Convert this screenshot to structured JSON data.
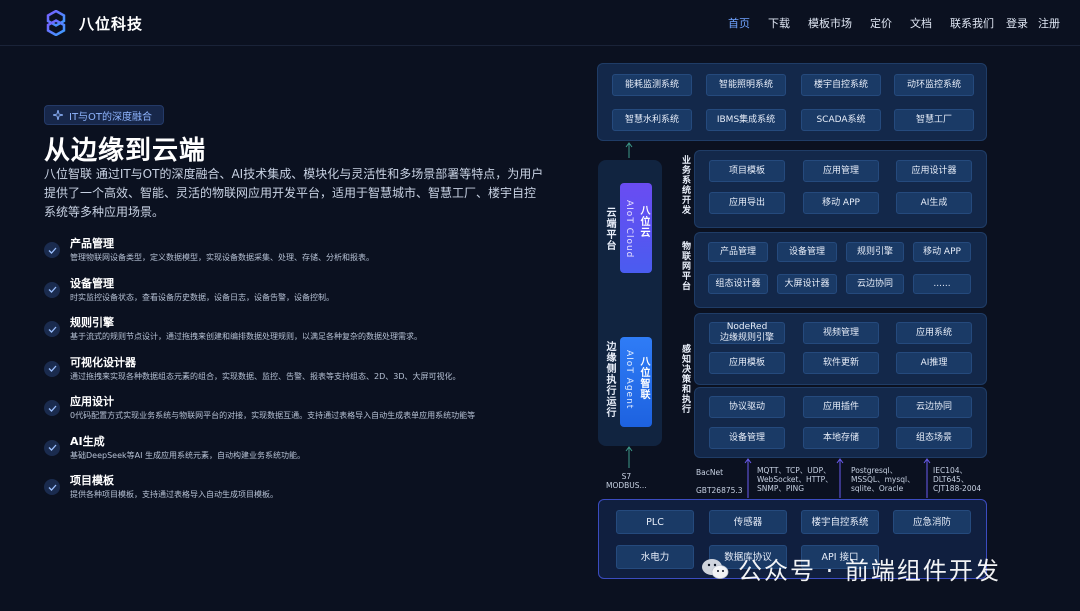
{
  "brand": "八位科技",
  "nav": [
    "首页",
    "下载",
    "模板市场",
    "定价",
    "文档",
    "联系我们",
    "登录",
    "注册"
  ],
  "hero": {
    "tag": "IT与OT的深度融合",
    "title": "从边缘到云端",
    "description": "八位智联 通过IT与OT的深度融合、AI技术集成、模块化与灵活性和多场景部署等特点，为用户提供了一个高效、智能、灵活的物联网应用开发平台，适用于智慧城市、智慧工厂、楼宇自控系统等多种应用场景。"
  },
  "features": [
    {
      "title": "产品管理",
      "desc": "管理物联网设备类型，定义数据模型，实现设备数据采集、处理、存储、分析和报表。"
    },
    {
      "title": "设备管理",
      "desc": "时实监控设备状态，查看设备历史数据，设备日志，设备告警，设备控制。"
    },
    {
      "title": "规则引擎",
      "desc": "基于流式的规则节点设计，通过拖拽来创建和编排数据处理规则，以满足各种复杂的数据处理需求。"
    },
    {
      "title": "可视化设计器",
      "desc": "通过拖拽来实现各种数据组态元素的组合，实现数据、监控、告警、报表等支持组态、2D、3D、大屏可视化。"
    },
    {
      "title": "应用设计",
      "desc": "0代码配置方式实现业务系统与物联网平台的对接，实现数据互通。支持通过表格导入自动生成表单应用系统功能等"
    },
    {
      "title": "AI生成",
      "desc": "基础DeepSeek等AI 生成应用系统元素，自动构建业务系统功能。"
    },
    {
      "title": "项目模板",
      "desc": "提供各种项目模板，支持通过表格导入自动生成项目模板。"
    }
  ],
  "diagram": {
    "top_systems": [
      "能耗监测系统",
      "智能照明系统",
      "楼宇自控系统",
      "动环监控系统",
      "智慧水利系统",
      "IBMS集成系统",
      "SCADA系统",
      "智慧工厂"
    ],
    "cloud_platform_label": "云端平台",
    "cloud_name": "八位云",
    "cloud_sub": "AIoT Cloud",
    "edge_label": "边缘侧执行运行",
    "edge_name": "八位智联",
    "edge_sub": "AIoT Agent",
    "business_label": "业务系统开发",
    "business_items": [
      "项目模板",
      "应用管理",
      "应用设计器",
      "应用导出",
      "移动 APP",
      "AI生成"
    ],
    "iot_label": "物联网平台",
    "iot_items": [
      "产品管理",
      "设备管理",
      "规则引擎",
      "移动 APP",
      "组态设计器",
      "大屏设计器",
      "云边协同",
      "......"
    ],
    "sense_label": "感知决策和执行",
    "sense_items": [
      "NodeRed\n边缘规则引擎",
      "视频管理",
      "应用系统",
      "应用模板",
      "软件更新",
      "AI推理",
      "协议驱动",
      "应用插件",
      "云边协同",
      "设备管理",
      "本地存储",
      "组态场景"
    ],
    "protocols": [
      "S7\nMODBUS...",
      "BacNet\n\nGBT26875.3",
      "MQTT、TCP、UDP、\nWebSocket、HTTP、\nSNMP、PING",
      "Postgresql、\nMSSQL、mysql、\nsqlite、Oracle",
      "IEC104、\nDLT645、\nCJT188-2004"
    ],
    "bottom_items": [
      "PLC",
      "传感器",
      "楼宇自控系统",
      "应急消防",
      "水电力",
      "数据库协议",
      "API 接口"
    ]
  },
  "watermark": "公众号 · 前端组件开发",
  "colors": {
    "background": "#0b1120",
    "accent": "#6fa3ff",
    "panel": "#13284a",
    "box": "#1a3a66",
    "cloud": "#6a4cf2",
    "edge": "#2f7cf6"
  },
  "icons": {
    "logo": "stacked-hexagon-logo",
    "tag": "sparkle-icon",
    "check": "check-icon",
    "watermark": "wechat-icon"
  }
}
